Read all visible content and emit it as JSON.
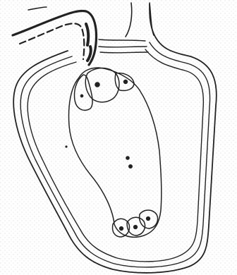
{
  "figure": {
    "style": "black ink line drawing on stippled grey paper",
    "colors": {
      "ink": "#222222",
      "paper": "#ffffff",
      "stipple": "#c4c4c4"
    },
    "parts": [
      "outer-wall-triple-line",
      "canal-stalk",
      "pollen-tube",
      "embryo-sac",
      "egg-apparatus-cells",
      "polar-nuclei",
      "antipodal-cells"
    ]
  }
}
